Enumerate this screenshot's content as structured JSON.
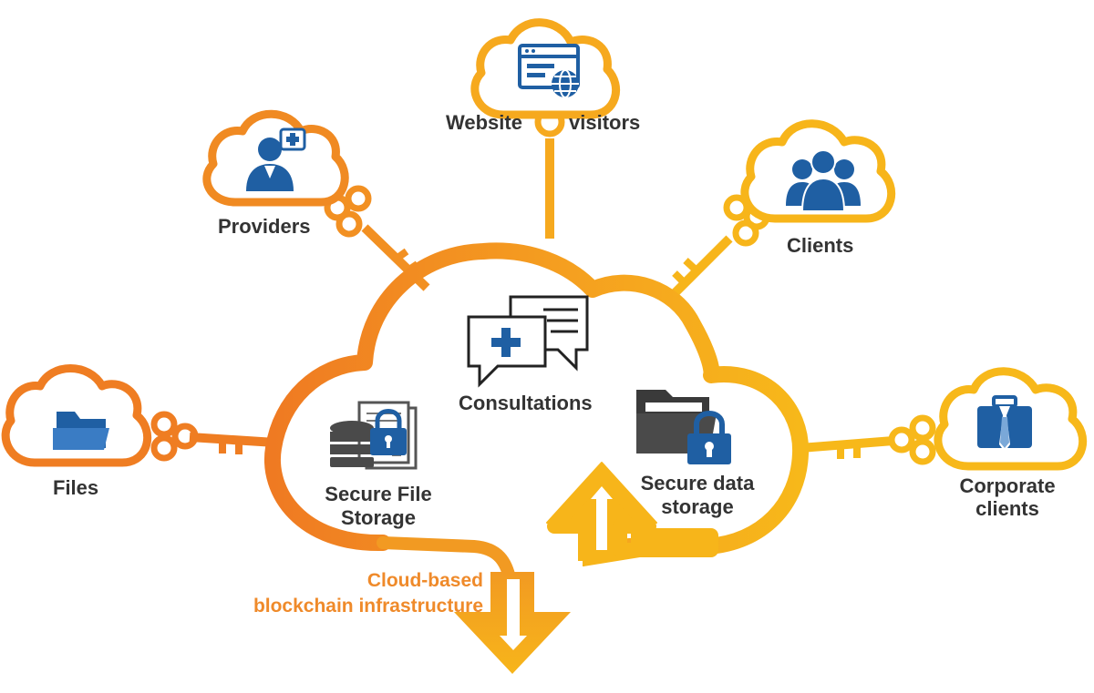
{
  "labels": {
    "website_left": "Website",
    "website_right": "visitors",
    "providers": "Providers",
    "clients": "Clients",
    "files": "Files",
    "corporate_line1": "Corporate",
    "corporate_line2": "clients",
    "consultations": "Consultations",
    "secure_file_line1": "Secure File",
    "secure_file_line2": "Storage",
    "secure_data_line1": "Secure data",
    "secure_data_line2": "storage",
    "infra_line1": "Cloud-based",
    "infra_line2": "blockchain infrastructure"
  },
  "icons": {
    "website": "browser-globe-icon",
    "providers": "doctor-icon",
    "clients": "people-group-icon",
    "files": "folder-icon",
    "corporate": "briefcase-icon",
    "consultations": "medical-chat-icon",
    "secure_file": "database-lock-icon",
    "secure_data": "folder-lock-icon"
  },
  "colors": {
    "orange_dark": "#ef7d22",
    "orange_mid": "#f6a41f",
    "orange_light": "#f7b51a",
    "icon_blue": "#1f5fa3",
    "text_dark": "#333333",
    "accent_text": "#ef8a2a"
  }
}
